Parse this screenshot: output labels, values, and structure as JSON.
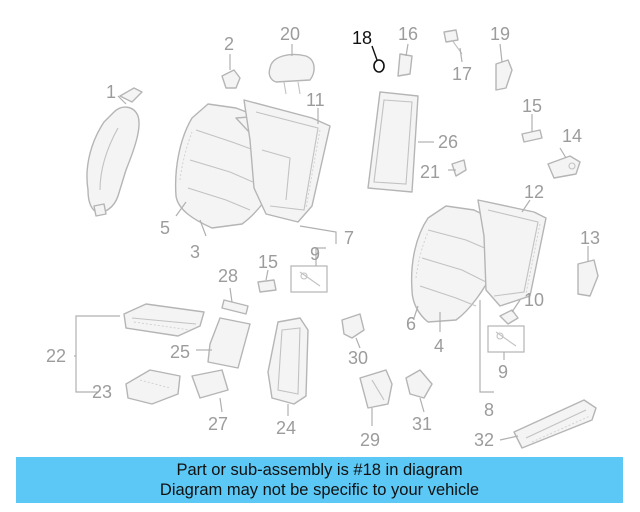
{
  "highlighted_part": "18",
  "banner": {
    "line1": "Part or sub-assembly is #18 in diagram",
    "line2": "Diagram may not be specific to your vehicle"
  },
  "callouts": {
    "c1": "1",
    "c2": "2",
    "c3": "3",
    "c4": "4",
    "c5": "5",
    "c6": "6",
    "c7": "7",
    "c8": "8",
    "c9a": "9",
    "c9b": "9",
    "c10": "10",
    "c11": "11",
    "c12": "12",
    "c13": "13",
    "c14": "14",
    "c15a": "15",
    "c15b": "15",
    "c16": "16",
    "c17": "17",
    "c18": "18",
    "c19": "19",
    "c20": "20",
    "c21": "21",
    "c22": "22",
    "c23": "23",
    "c24": "24",
    "c25": "25",
    "c26": "26",
    "c27": "27",
    "c28": "28",
    "c29": "29",
    "c30": "30",
    "c31": "31",
    "c32": "32"
  },
  "colors": {
    "banner_bg": "#5bc8f5",
    "highlight": "#111111",
    "callout_text": "#9c9c9c",
    "part_stroke": "#b5b5b5"
  }
}
